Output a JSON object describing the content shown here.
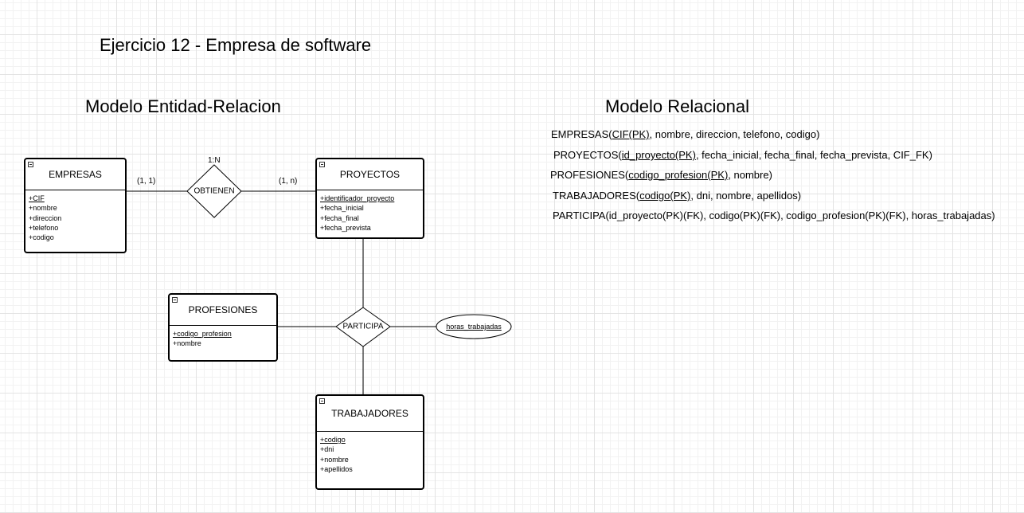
{
  "page_title": "Ejercicio 12 - Empresa de software",
  "er_title": "Modelo Entidad-Relacion",
  "relational_title": "Modelo Relacional",
  "entities": {
    "empresas": {
      "name": "EMPRESAS",
      "attrs": [
        "+CIF",
        "+nombre",
        "+direccion",
        "+telefono",
        "+codigo"
      ]
    },
    "proyectos": {
      "name": "PROYECTOS",
      "attrs": [
        "+identificador_proyecto",
        "+fecha_inicial",
        "+fecha_final",
        "+fecha_prevista"
      ]
    },
    "profesiones": {
      "name": "PROFESIONES",
      "attrs": [
        "+codigo_profesion",
        "+nombre"
      ]
    },
    "trabajadores": {
      "name": "TRABAJADORES",
      "attrs": [
        "+codigo",
        "+dni",
        "+nombre",
        "+apellidos"
      ]
    }
  },
  "relationships": {
    "obtienen": {
      "name": "OBTIENEN",
      "ratio": "1:N",
      "card_left": "(1, 1)",
      "card_right": "(1, n)"
    },
    "participa": {
      "name": "PARTICIPA",
      "attribute": "horas_trabajadas"
    }
  },
  "relational": {
    "empresas": {
      "name": "EMPRESAS(",
      "pk": "CIF(PK)",
      "rest": ", nombre, direccion, telefono, codigo)"
    },
    "proyectos": {
      "name": "PROYECTOS(",
      "pk": "id_proyecto(PK)",
      "rest": ", fecha_inicial, fecha_final, fecha_prevista, CIF_FK)"
    },
    "profesiones": {
      "name": "PROFESIONES(",
      "pk": "codigo_profesion(PK)",
      "rest": ", nombre)"
    },
    "trabajadores": {
      "name": "TRABAJADORES(",
      "pk": "codigo(PK)",
      "rest": ", dni, nombre, apellidos)"
    },
    "participa": {
      "text": "PARTICIPA(id_proyecto(PK)(FK), codigo(PK)(FK), codigo_profesion(PK)(FK), horas_trabajadas)"
    }
  }
}
